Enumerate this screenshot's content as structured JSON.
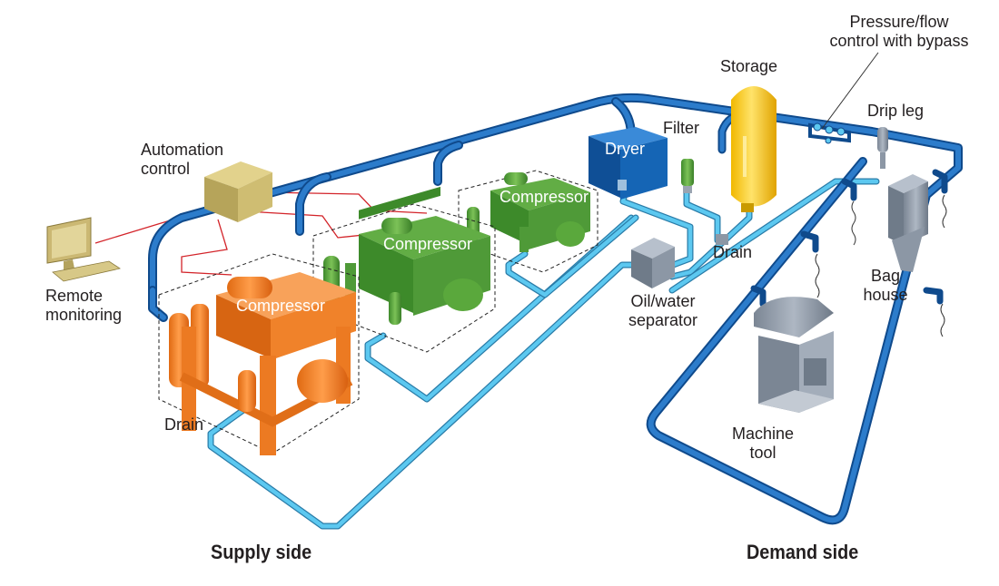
{
  "labels": {
    "pressure_flow_line1": "Pressure/flow",
    "pressure_flow_line2": "control with bypass",
    "storage": "Storage",
    "drip_leg": "Drip leg",
    "filter": "Filter",
    "dryer": "Dryer",
    "automation_line1": "Automation",
    "automation_line2": "control",
    "compressor_back": "Compressor",
    "compressor_middle": "Compressor",
    "compressor_front": "Compressor",
    "remote_line1": "Remote",
    "remote_line2": "monitoring",
    "drain_storage": "Drain",
    "oil_water_line1": "Oil/water",
    "oil_water_line2": "separator",
    "bag_house_line1": "Bag",
    "bag_house_line2": "house",
    "machine_tool_line1": "Machine",
    "machine_tool_line2": "tool",
    "drain_compressor": "Drain",
    "supply_side": "Supply side",
    "demand_side": "Demand side"
  },
  "colors": {
    "main_pipe": "#1f67b1",
    "main_pipe_highlight": "#5fa3e0",
    "drain_pipe": "#5cc8f0",
    "control_wire": "#d3242a",
    "compressor_front": "#f0822a",
    "compressor_green": "#4f9a38",
    "dryer": "#1565b5",
    "storage_tank": "#f5c517",
    "equipment_grey": "#8c97a5"
  }
}
